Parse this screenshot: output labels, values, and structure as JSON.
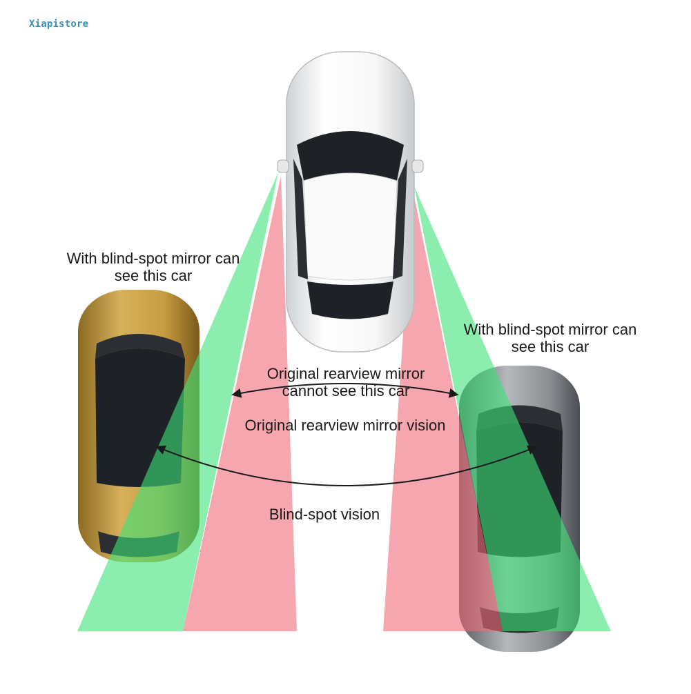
{
  "watermark": "Xiapistore",
  "labels": {
    "left_car_line1": "With blind-spot mirror can",
    "left_car_line2": "see this car",
    "right_car_line1": "With blind-spot mirror can",
    "right_car_line2": "see this car",
    "center_line1": "Original rearview mirror",
    "center_line2": "cannot see this car",
    "original_vision": "Original rearview mirror vision",
    "blindspot_vision": "Blind-spot vision"
  },
  "colors": {
    "blindspot_zone": "#3de27a",
    "rearview_zone": "#f06a78",
    "ego_car": "#f4f4f4",
    "left_car": "#c9a24a",
    "right_car": "#8a8d91",
    "glass": "#1e2226",
    "text": "#1a1a1a",
    "watermark": "#3a8fb5"
  }
}
